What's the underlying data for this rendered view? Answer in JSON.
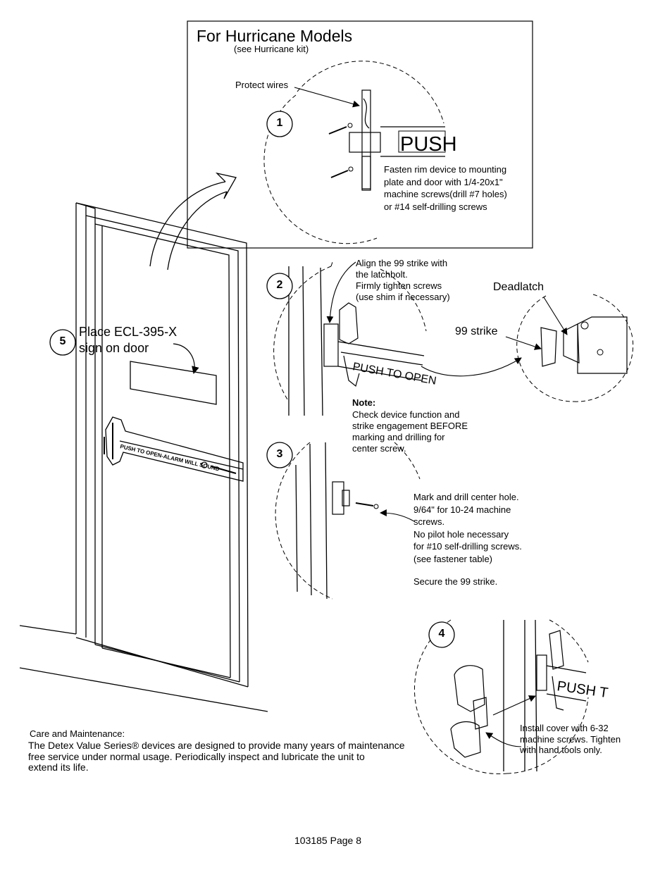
{
  "hurricane": {
    "title": "For Hurricane Models",
    "subtitle": "(see Hurricane kit)",
    "protect_wires": "Protect wires",
    "fasten": [
      "Fasten rim device to mounting",
      "plate and door with 1/4-20x1\"",
      "machine screws(drill #7 holes)",
      "or #14 self-drilling screws"
    ],
    "device_label": "PUSH"
  },
  "steps": {
    "step1": "1",
    "step2": "2",
    "step3": "3",
    "step4": "4",
    "step5": "5"
  },
  "step2": {
    "align": [
      "Align the 99 strike with",
      "the latchbolt.",
      "Firmly tighten screws",
      "(use shim if necessary)"
    ],
    "deadlatch": "Deadlatch",
    "strike": "99 strike",
    "device_label": "PUSH TO OPEN"
  },
  "note": {
    "heading": "Note:",
    "lines": [
      "Check device function and",
      "strike engagement BEFORE",
      "marking and drilling for",
      "center screw."
    ]
  },
  "step3": {
    "lines": [
      "Mark and drill center hole.",
      "9/64\" for 10-24 machine",
      "screws.",
      "No pilot hole necessary",
      "for #10 self-drilling screws.",
      "(see fastener table)"
    ],
    "secure": "Secure the 99 strike."
  },
  "step4": {
    "lines": [
      "Install cover with 6-32",
      "machine screws. Tighten",
      "with hand tools only."
    ],
    "device_label": "PUSH T"
  },
  "step5": {
    "lines": [
      "Place ECL-395-X",
      "sign on door"
    ]
  },
  "door": {
    "device_label": "PUSH TO OPEN-ALARM WILL SOUND"
  },
  "care": {
    "heading": "Care and Maintenance:",
    "lines": [
      "The Detex Value Series® devices are designed to provide many years of maintenance",
      "free service under normal usage.  Periodically inspect and lubricate the unit to",
      "extend its life."
    ]
  },
  "footer": {
    "page": "103185  Page 8"
  }
}
